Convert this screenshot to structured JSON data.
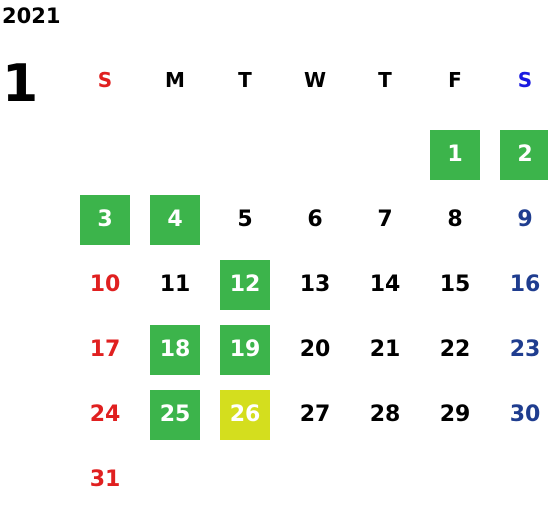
{
  "year": "2021",
  "month": "1",
  "weekdays": [
    {
      "label": "S",
      "color": "#e02020"
    },
    {
      "label": "M",
      "color": "#000000"
    },
    {
      "label": "T",
      "color": "#000000"
    },
    {
      "label": "W",
      "color": "#000000"
    },
    {
      "label": "T",
      "color": "#000000"
    },
    {
      "label": "F",
      "color": "#000000"
    },
    {
      "label": "S",
      "color": "#1a1ae0"
    }
  ],
  "colors": {
    "sunday": "#e02020",
    "saturday": "#1f3d8f",
    "weekday": "#000000",
    "holiday_bg": "#3cb44b",
    "special_bg": "#d4de1e",
    "holiday_text": "#ffffff"
  },
  "first_weekday_index": 5,
  "days": [
    {
      "label": "1",
      "highlight": "holiday"
    },
    {
      "label": "2",
      "highlight": "holiday"
    },
    {
      "label": "3",
      "highlight": "holiday"
    },
    {
      "label": "4",
      "highlight": "holiday"
    },
    {
      "label": "5"
    },
    {
      "label": "6"
    },
    {
      "label": "7"
    },
    {
      "label": "8"
    },
    {
      "label": "9"
    },
    {
      "label": "10"
    },
    {
      "label": "11"
    },
    {
      "label": "12",
      "highlight": "holiday"
    },
    {
      "label": "13"
    },
    {
      "label": "14"
    },
    {
      "label": "15"
    },
    {
      "label": "16"
    },
    {
      "label": "17"
    },
    {
      "label": "18",
      "highlight": "holiday"
    },
    {
      "label": "19",
      "highlight": "holiday"
    },
    {
      "label": "20"
    },
    {
      "label": "21"
    },
    {
      "label": "22"
    },
    {
      "label": "23"
    },
    {
      "label": "24"
    },
    {
      "label": "25",
      "highlight": "holiday"
    },
    {
      "label": "26",
      "highlight": "special"
    },
    {
      "label": "27"
    },
    {
      "label": "28"
    },
    {
      "label": "29"
    },
    {
      "label": "30"
    },
    {
      "label": "31"
    }
  ]
}
